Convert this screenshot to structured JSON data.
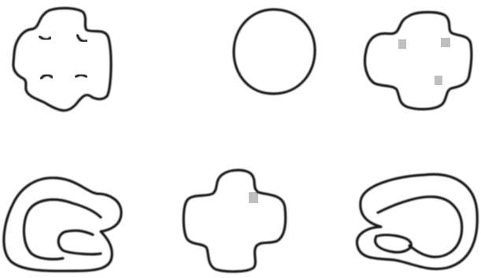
{
  "figure": {
    "background_color": "#ffffff",
    "stroke_color": "#141414",
    "shape_count": 6,
    "rows": [
      {
        "row": "top",
        "shapes": [
          {
            "name": "cross-shape",
            "kind": "rounded cross with notched corners"
          },
          {
            "name": "circle-shape",
            "kind": "circle"
          },
          {
            "name": "cross-shape",
            "kind": "rounded cross with shaded notches"
          }
        ]
      },
      {
        "row": "bottom",
        "shapes": [
          {
            "name": "horseshoe-shape",
            "kind": "horseshoe opening right"
          },
          {
            "name": "cross-shape",
            "kind": "rounded cross"
          },
          {
            "name": "horseshoe-shape",
            "kind": "horseshoe opening left"
          }
        ]
      }
    ]
  }
}
